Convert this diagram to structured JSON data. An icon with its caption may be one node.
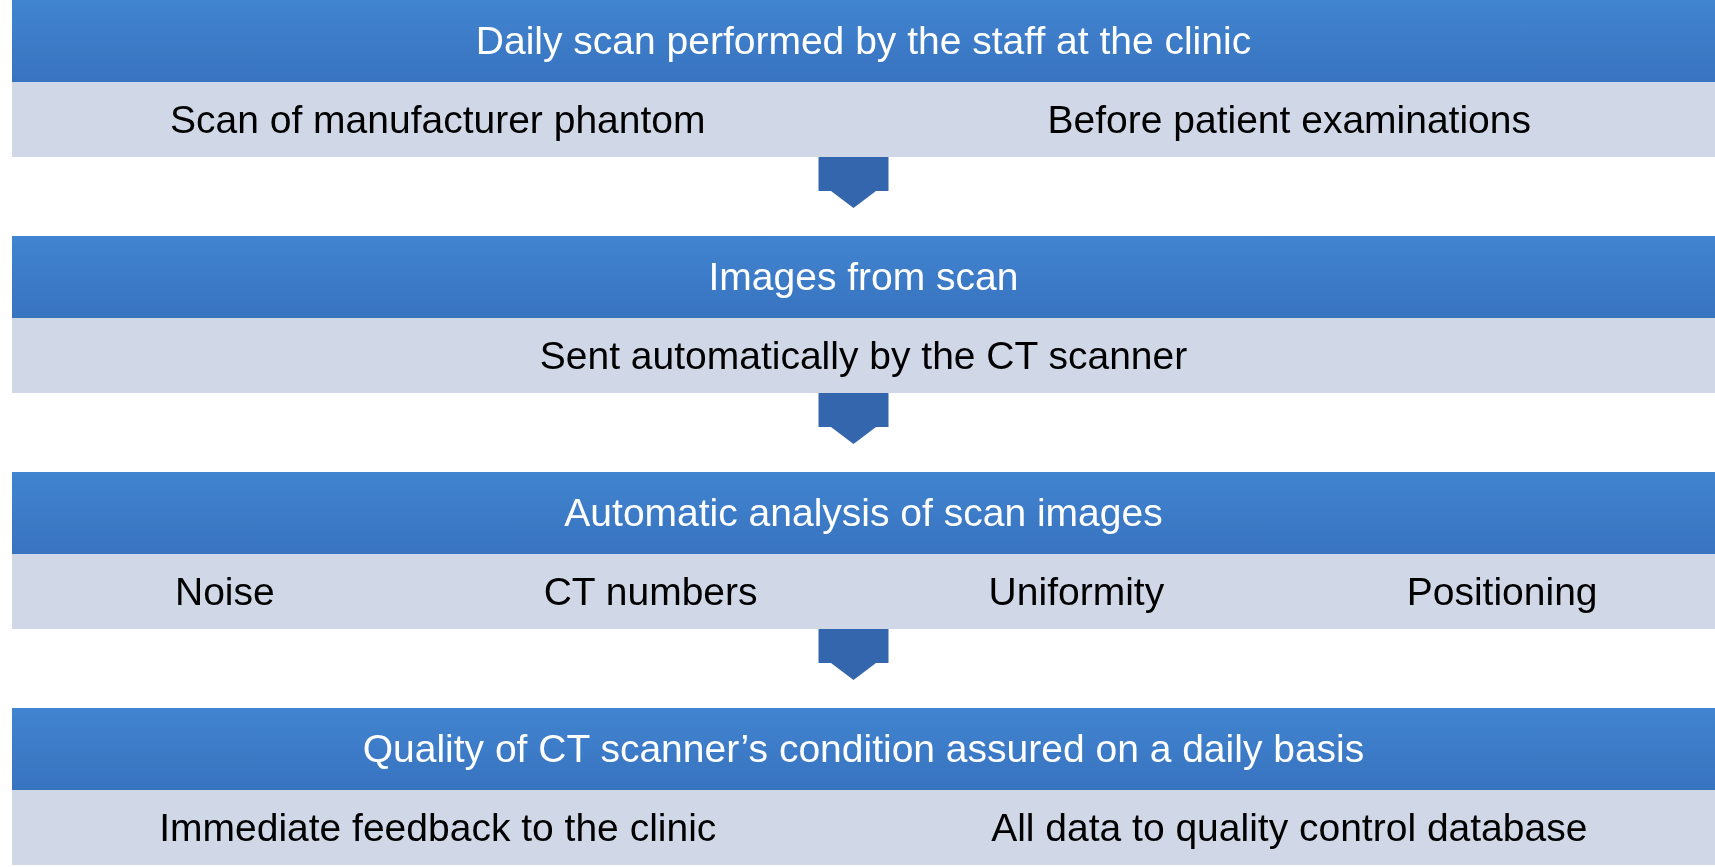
{
  "diagram": {
    "nodes": [
      {
        "text": [
          "Daily scan performed by the staff at the clinic",
          "Scan of manufacturer phantom",
          "Before patient examinations"
        ]
      },
      {
        "text": [
          "Images from scan",
          "Sent automatically by the CT scanner"
        ]
      },
      {
        "text": [
          "Automatic analysis of scan images",
          "Noise",
          "CT numbers",
          "Uniformity",
          "Positioning"
        ]
      },
      {
        "text": [
          "Quality of CT scanner’s condition assured on a daily basis",
          "Immediate feedback to the clinic",
          "All data to quality control database"
        ]
      }
    ],
    "edges": [
      {
        "from": 0,
        "to": 1,
        "arrow": "to"
      },
      {
        "from": 1,
        "to": 2,
        "arrow": "to"
      },
      {
        "from": 2,
        "to": 3,
        "arrow": "to"
      }
    ]
  }
}
